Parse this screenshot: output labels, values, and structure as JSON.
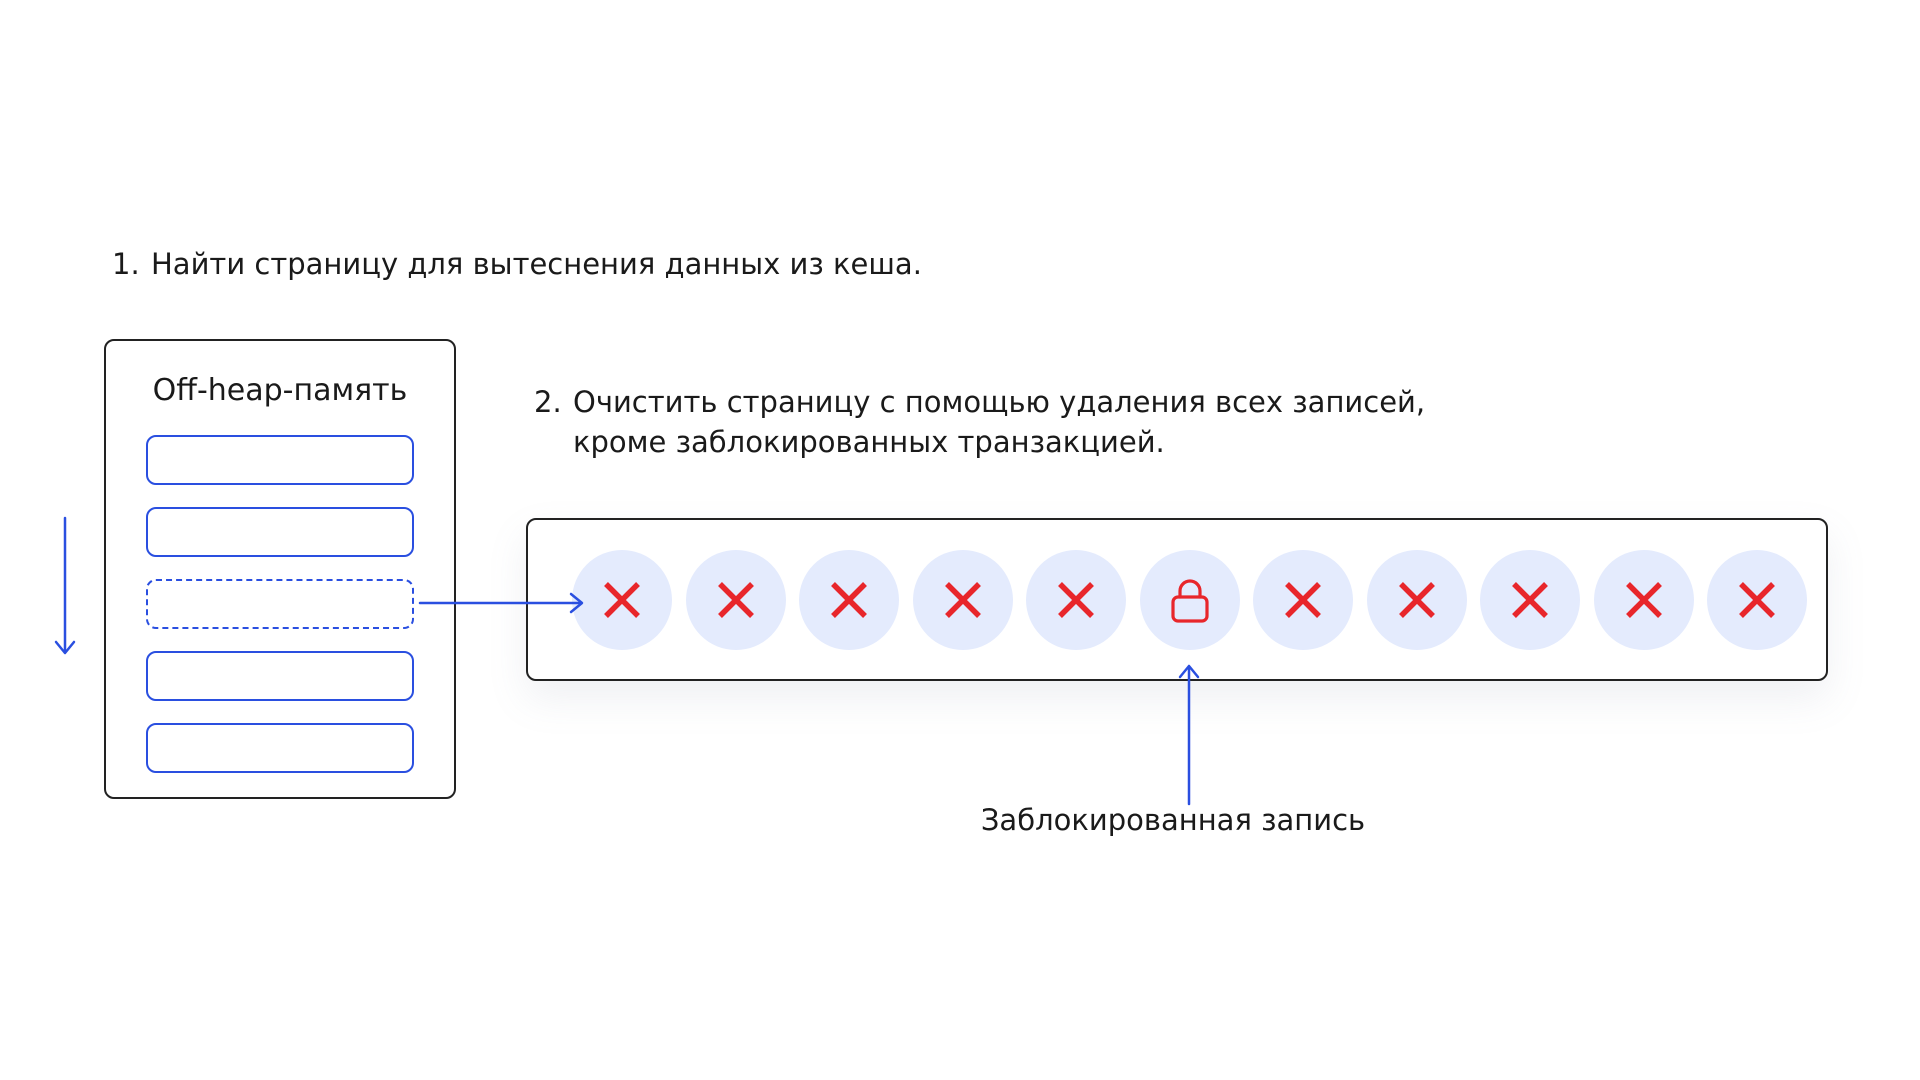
{
  "steps": [
    {
      "number": "1.",
      "lines": [
        "Найти страницу для вытеснения данных из кеша."
      ]
    },
    {
      "number": "2.",
      "lines": [
        "Очистить страницу с помощью удаления всех записей,",
        "кроме заблокированных транзакцией."
      ]
    }
  ],
  "memory": {
    "title": "Off-heap-память",
    "pages": [
      {
        "style": "solid"
      },
      {
        "style": "solid"
      },
      {
        "style": "dashed",
        "selected": true
      },
      {
        "style": "solid"
      },
      {
        "style": "solid"
      }
    ]
  },
  "records": [
    {
      "status": "deleted",
      "icon": "cross-icon"
    },
    {
      "status": "deleted",
      "icon": "cross-icon"
    },
    {
      "status": "deleted",
      "icon": "cross-icon"
    },
    {
      "status": "deleted",
      "icon": "cross-icon"
    },
    {
      "status": "deleted",
      "icon": "cross-icon"
    },
    {
      "status": "locked",
      "icon": "lock-icon"
    },
    {
      "status": "deleted",
      "icon": "cross-icon"
    },
    {
      "status": "deleted",
      "icon": "cross-icon"
    },
    {
      "status": "deleted",
      "icon": "cross-icon"
    },
    {
      "status": "deleted",
      "icon": "cross-icon"
    },
    {
      "status": "deleted",
      "icon": "cross-icon"
    }
  ],
  "locked_label": "Заблокированная запись",
  "colors": {
    "accent": "#2a4fe0",
    "record_bg": "#e4ebfd",
    "deleted": "#e8262b",
    "text": "#1a1a1a"
  }
}
